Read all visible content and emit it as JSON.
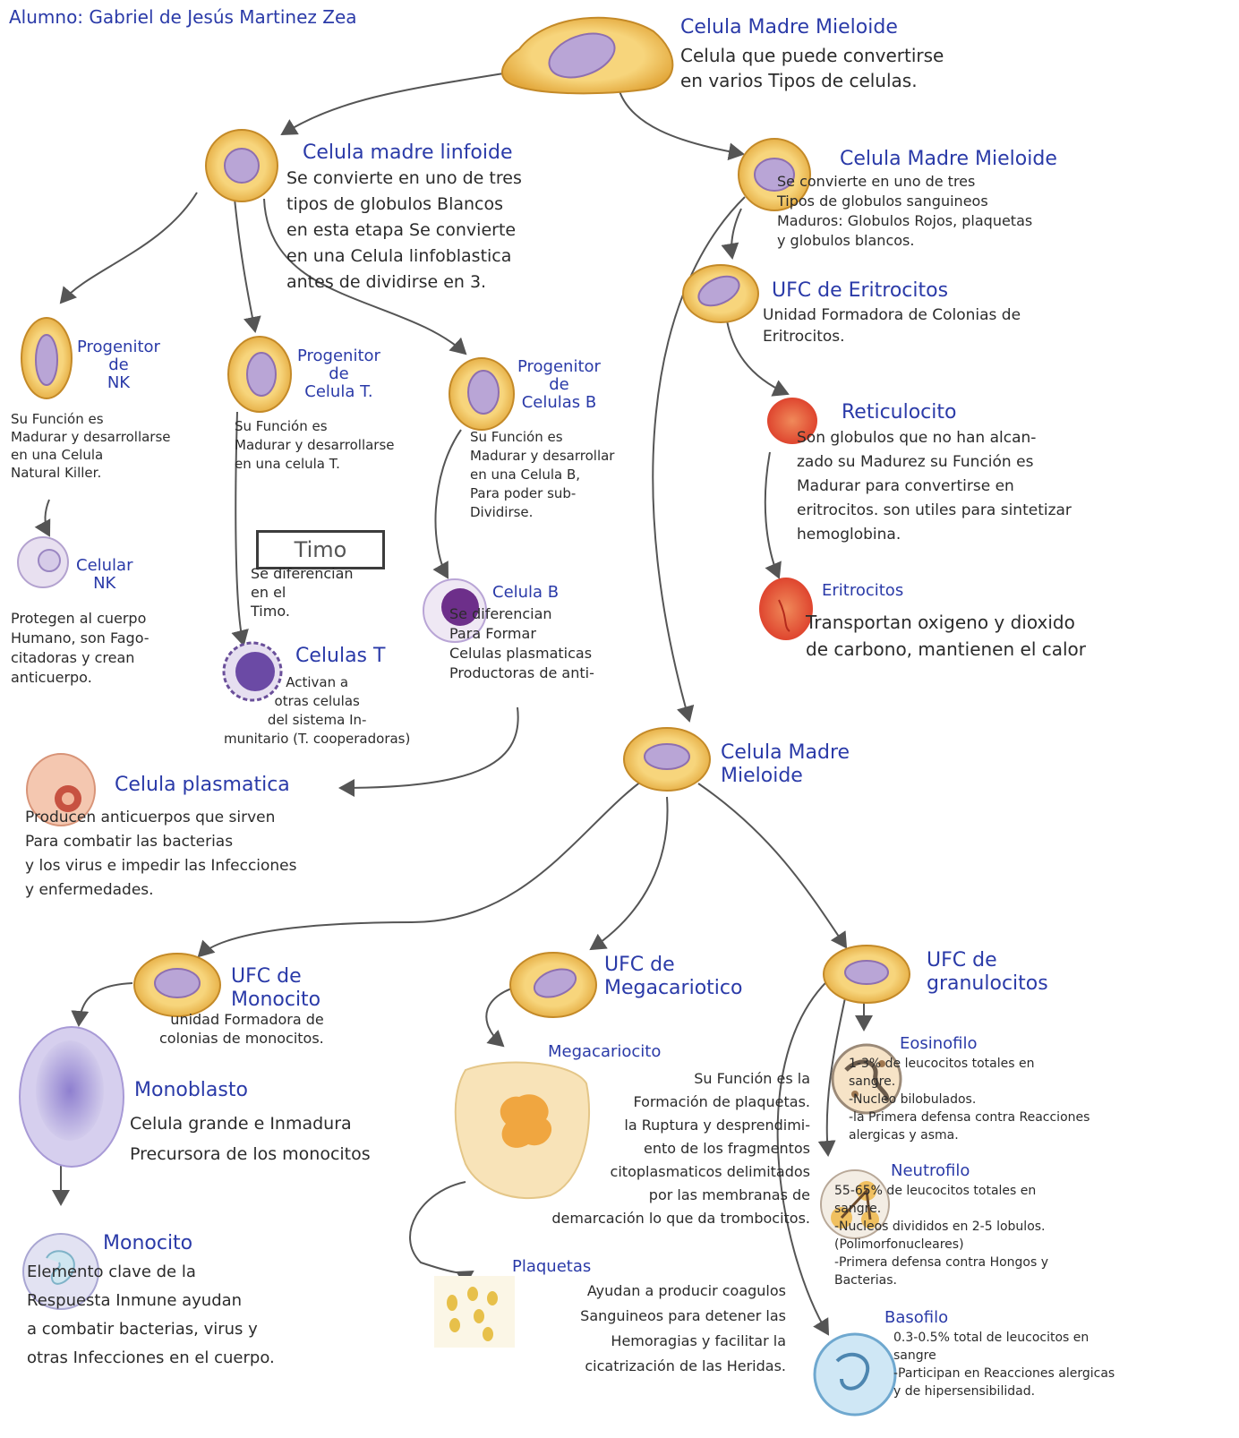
{
  "student": "Alumno: Gabriel de Jesús Martinez Zea",
  "nodes": {
    "top": {
      "title": "Celula Madre Mieloide",
      "desc": "Celula que puede convertirse\nen varios Tipos de celulas."
    },
    "lymphoid": {
      "title": "Celula madre linfoide",
      "desc": "Se convierte en uno de tres\ntipos de globulos Blancos\nen esta etapa Se convierte\nen una Celula linfoblastica\nantes de dividirse en 3."
    },
    "myeloid": {
      "title": "Celula Madre Mieloide",
      "desc": "Se convierte en uno de tres\nTipos de globulos sanguineos\nMaduros: Globulos Rojos, plaquetas\ny globulos blancos."
    },
    "nk_prog": {
      "title": "Progenitor\nde\nNK",
      "desc": "Su Función es\nMadurar y desarrollarse\nen una Celula\nNatural Killer."
    },
    "t_prog": {
      "title": "Progenitor\nde\nCelula T.",
      "desc": "Su Función es\nMadurar y desarrollarse\nen una celula T."
    },
    "b_prog": {
      "title": "Progenitor\nde\nCelulas B",
      "desc": "Su Función es\nMadurar y desarrollar\nen una Celula B,\nPara poder sub-\nDividirse."
    },
    "timo": {
      "label": "Timo",
      "desc": "Se diferencian\nen el\nTimo."
    },
    "nk_cell": {
      "title": "Celular\nNK",
      "desc": "Protegen al cuerpo\nHumano, son Fago-\ncitadoras y crean\nanticuerpo."
    },
    "t_cell": {
      "title": "Celulas T",
      "desc": "Activan a\notras celulas\ndel sistema In-\nmunitario (T. cooperadoras)"
    },
    "b_cell": {
      "title": "Celula B",
      "desc": "Se diferencian\nPara Formar\nCelulas plasmaticas\nProductoras de anti-"
    },
    "plasma": {
      "title": "Celula plasmatica",
      "desc": "Producen anticuerpos que sirven\nPara combatir las bacterias\ny los virus e impedir las Infecciones\ny enfermedades."
    },
    "ufc_erit": {
      "title": "UFC de Eritrocitos",
      "desc": "Unidad Formadora de Colonias de\nEritrocitos."
    },
    "reticulocito": {
      "title": "Reticulocito",
      "desc": "Son globulos que no han alcan-\nzado su Madurez su Función es\nMadurar para convertirse en\neritrocitos. son utiles para sintetizar\nhemoglobina."
    },
    "eritrocitos": {
      "title": "Eritrocitos",
      "desc": "Transportan oxigeno y dioxido\nde carbono, mantienen el calor"
    },
    "myeloid2": {
      "title": "Celula Madre\nMieloide"
    },
    "ufc_mono": {
      "title": "UFC de\nMonocito",
      "desc": "unidad Formadora de\ncolonias de monocitos."
    },
    "ufc_mega": {
      "title": "UFC de\nMegacariotico"
    },
    "ufc_gran": {
      "title": "UFC de\ngranulocitos"
    },
    "monoblasto": {
      "title": "Monoblasto",
      "desc": "Celula grande e Inmadura\nPrecursora de los monocitos"
    },
    "monocito": {
      "title": "Monocito",
      "desc": "Elemento clave de la\nRespuesta Inmune ayudan\na combatir bacterias, virus y\notras Infecciones en el cuerpo."
    },
    "megacariocito": {
      "title": "Megacariocito",
      "desc": "Su Función es la\nFormación de plaquetas.\nla Ruptura y desprendimi-\nento de los fragmentos\ncitoplasmaticos delimitados\npor las membranas de\ndemarcación lo que da trombocitos."
    },
    "plaquetas": {
      "title": "Plaquetas",
      "desc": "Ayudan a producir coagulos\nSanguineos para detener las\nHemoragias y facilitar la\ncicatrización de las Heridas."
    },
    "eosinofilo": {
      "title": "Eosinofilo",
      "desc": "1-3% de leucocitos totales en\nsangre.\n-Nucleo bilobulados.\n-la Primera defensa contra Reacciones\nalergicas y asma."
    },
    "neutrofilo": {
      "title": "Neutrofilo",
      "desc": "55-65% de leucocitos totales en\nsangre.\n-Nucleos divididos en 2-5 lobulos.\n(Polimorfonucleares)\n-Primera defensa contra Hongos y\nBacterias."
    },
    "basofilo": {
      "title": "Basofilo",
      "desc": "0.3-0.5% total de leucocitos en\nsangre\n-Participan en Reacciones alergicas\ny de hipersensibilidad."
    }
  },
  "colors": {
    "ink": "#2b2b2b",
    "title_blue": "#2a3aa8",
    "cell_yellow": "#f1c25a",
    "cell_border": "#c48a28",
    "nucleus_lilac": "#b9a5d6",
    "red_cell": "#e9533a",
    "plasma_pink": "#f4c7b0"
  }
}
